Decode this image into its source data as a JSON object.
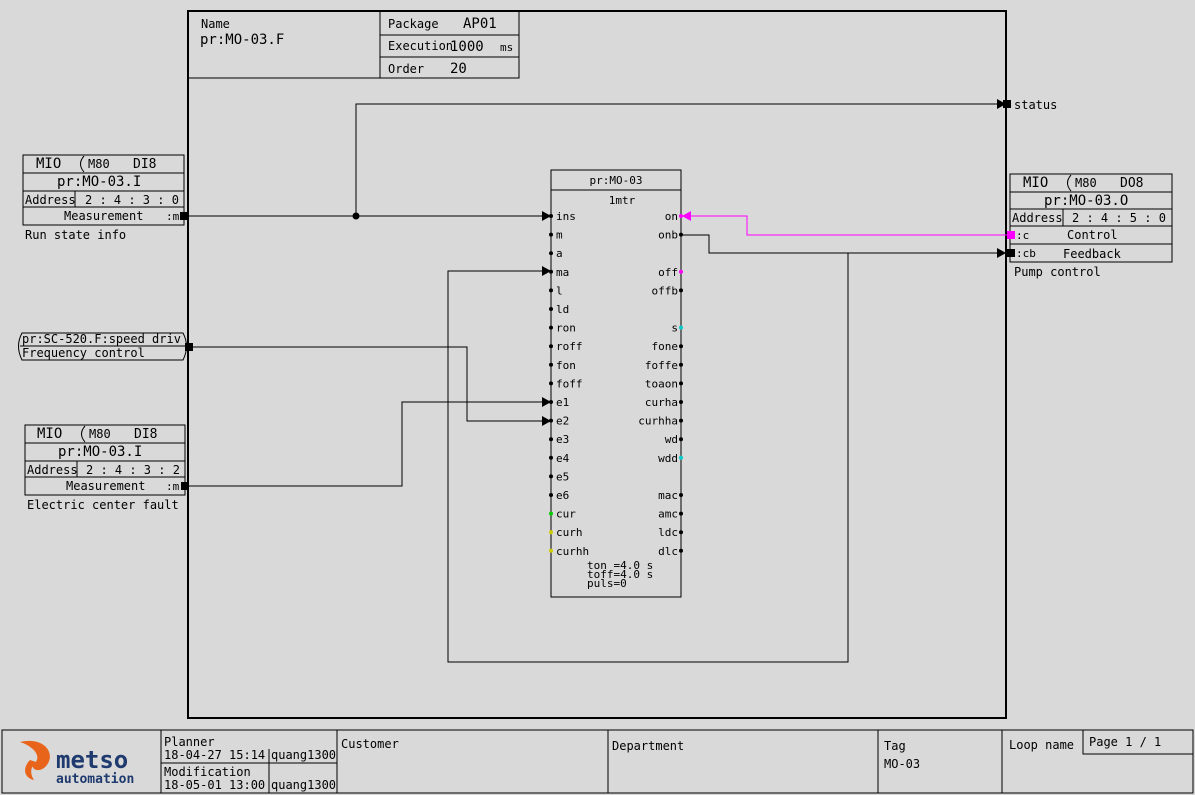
{
  "header": {
    "name_label": "Name",
    "name_value": "pr:MO-03.F",
    "package_label": "Package",
    "package_value": "AP01",
    "execution_label": "Execution",
    "execution_value": "1000",
    "execution_unit": "ms",
    "order_label": "Order",
    "order_value": "20"
  },
  "status_output": "status",
  "io_run": {
    "mio": "MIO",
    "module": "M80",
    "type": "DI8",
    "name": "pr:MO-03.I",
    "address_label": "Address",
    "address": "2 : 4 : 3 : 0",
    "signal": "Measurement",
    "port": ":m",
    "caption": "Run state info"
  },
  "io_fault": {
    "mio": "MIO",
    "module": "M80",
    "type": "DI8",
    "name": "pr:MO-03.I",
    "address_label": "Address",
    "address": "2 : 4 : 3 : 2",
    "signal": "Measurement",
    "port": ":m",
    "caption": "Electric center fault"
  },
  "io_pump": {
    "mio": "MIO",
    "module": "M80",
    "type": "DO8",
    "name": "pr:MO-03.O",
    "address_label": "Address",
    "address": "2 : 4 : 5 : 0",
    "control_port": ":c",
    "control_label": "Control",
    "feedback_port": ":cb",
    "feedback_label": "Feedback",
    "caption": "Pump control"
  },
  "freq_ref": {
    "source": "pr:SC-520.F:speed driv",
    "caption": "Frequency control"
  },
  "motor_block": {
    "title": "pr:MO-03",
    "type": "1mtr",
    "left_ports": [
      "ins",
      "m",
      "a",
      "ma",
      "l",
      "ld",
      "ron",
      "roff",
      "fon",
      "foff",
      "e1",
      "e2",
      "e3",
      "e4",
      "e5",
      "e6",
      "cur",
      "curh",
      "curhh"
    ],
    "right_ports": [
      "on",
      "onb",
      "",
      "off",
      "offb",
      "",
      "s",
      "fone",
      "foffe",
      "toaon",
      "curha",
      "curhha",
      "wd",
      "wdd",
      "",
      "mac",
      "amc",
      "ldc",
      "dlc"
    ],
    "params": [
      "ton =4.0  s",
      "toff=4.0  s",
      "puls=0"
    ]
  },
  "colors": {
    "background": "#d9d9d9",
    "line": "#000000",
    "control_signal": "#ff00ff",
    "port_green": "#00cc00",
    "port_yellow": "#cccc00",
    "port_cyan": "#00cccc",
    "logo_orange": "#e8641b",
    "logo_blue": "#1f3a6e"
  },
  "title_block": {
    "logo_brand": "metso",
    "logo_sub": "automation",
    "planner_label": "Planner",
    "planner_date": "18-04-27 15:14",
    "planner_user": "quang1300",
    "modification_label": "Modification",
    "modification_date": "18-05-01 13:00",
    "modification_user": "quang1300",
    "customer_label": "Customer",
    "department_label": "Department",
    "tag_label": "Tag",
    "tag_value": "MO-03",
    "loop_label": "Loop name",
    "page_label": "Page 1 / 1"
  }
}
